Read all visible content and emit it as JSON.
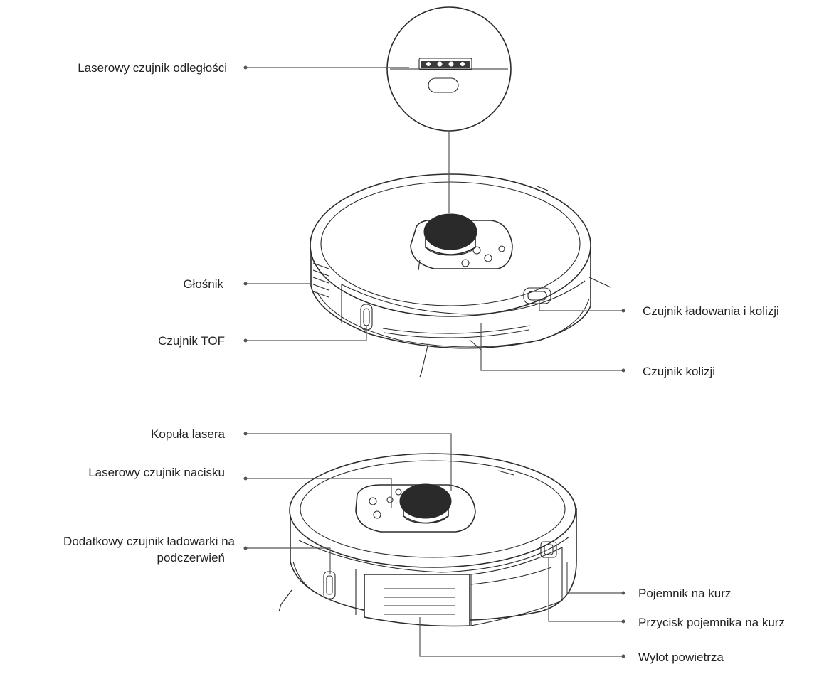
{
  "top_view": {
    "labels": {
      "laser_distance_sensor": "Laserowy czujnik odległości",
      "speaker": "Głośnik",
      "tof_sensor": "Czujnik TOF",
      "charging_collision_sensor": "Czujnik ładowania i kolizji",
      "collision_sensor": "Czujnik kolizji"
    }
  },
  "bottom_view": {
    "labels": {
      "laser_dome": "Kopuła lasera",
      "laser_pressure_sensor": "Laserowy czujnik nacisku",
      "ir_charger_sensor_line1": "Dodatkowy czujnik ładowarki na",
      "ir_charger_sensor_line2": "podczerwień",
      "dust_bin": "Pojemnik na kurz",
      "dust_bin_button": "Przycisk pojemnika na kurz",
      "air_outlet": "Wylot powietrza"
    }
  }
}
